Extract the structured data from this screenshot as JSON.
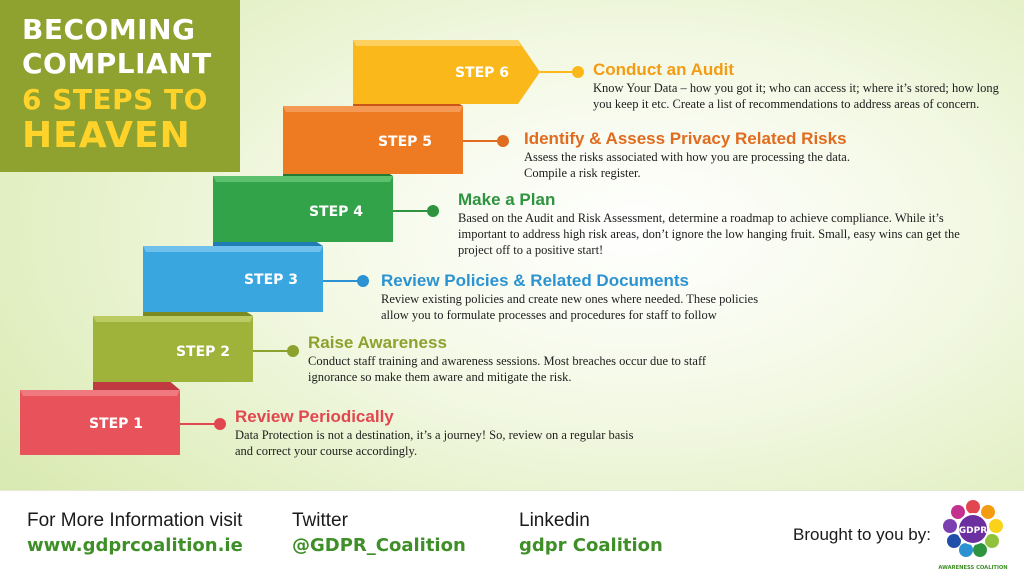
{
  "title": {
    "line1": "BECOMING",
    "line2": "COMPLIANT",
    "line3": "6 STEPS TO",
    "line4": "HEAVEN"
  },
  "steps": [
    {
      "label": "STEP 6",
      "heading": "Conduct an Audit",
      "color": "#f39c12",
      "desc": [
        "Know Your Data – how you got it; who can access it; where it’s stored; how long",
        "you keep it etc. Create a list of recommendations to address areas of concern."
      ]
    },
    {
      "label": "STEP 5",
      "heading": "Identify & Assess Privacy Related Risks",
      "color": "#e06c1f",
      "desc": [
        "Assess the risks associated with how you are processing the data.",
        "Compile a risk register."
      ]
    },
    {
      "label": "STEP 4",
      "heading": "Make a Plan",
      "color": "#2e9440",
      "desc": [
        "Based on the Audit and Risk Assessment, determine a roadmap to achieve compliance. While it’s",
        "important to address high risk areas, don’t ignore the low hanging fruit. Small, easy wins can get the",
        "project off to a positive start!"
      ]
    },
    {
      "label": "STEP 3",
      "heading": "Review Policies & Related Documents",
      "color": "#2b93d1",
      "desc": [
        "Review existing policies and create new ones where needed. These policies",
        "allow you to formulate processes and procedures for staff to follow"
      ]
    },
    {
      "label": "STEP 2",
      "heading": "Raise Awareness",
      "color": "#8da12e",
      "desc": [
        "Conduct staff training and awareness sessions. Most breaches occur due to staff",
        "ignorance so make them aware and mitigate the risk."
      ]
    },
    {
      "label": "STEP 1",
      "heading": "Review Periodically",
      "color": "#e2474f",
      "desc": [
        "Data Protection is not a destination, it’s a journey! So, review on a regular basis",
        "and correct your course accordingly."
      ]
    }
  ],
  "footer": {
    "info_label": "For More Information visit",
    "info_value": "www.gdprcoalition.ie",
    "twitter_label": "Twitter",
    "twitter_value": "@GDPR_Coalition",
    "linkedin_label": "Linkedin",
    "linkedin_value": "gdpr Coalition",
    "brought_by": "Brought to you by:",
    "logo_text": "GDPR",
    "logo_caption": "AWARENESS COALITION"
  },
  "colors": {
    "banner": "#8fa12f",
    "title_accent": "#ffd32a",
    "footer_link": "#3f8f28"
  }
}
